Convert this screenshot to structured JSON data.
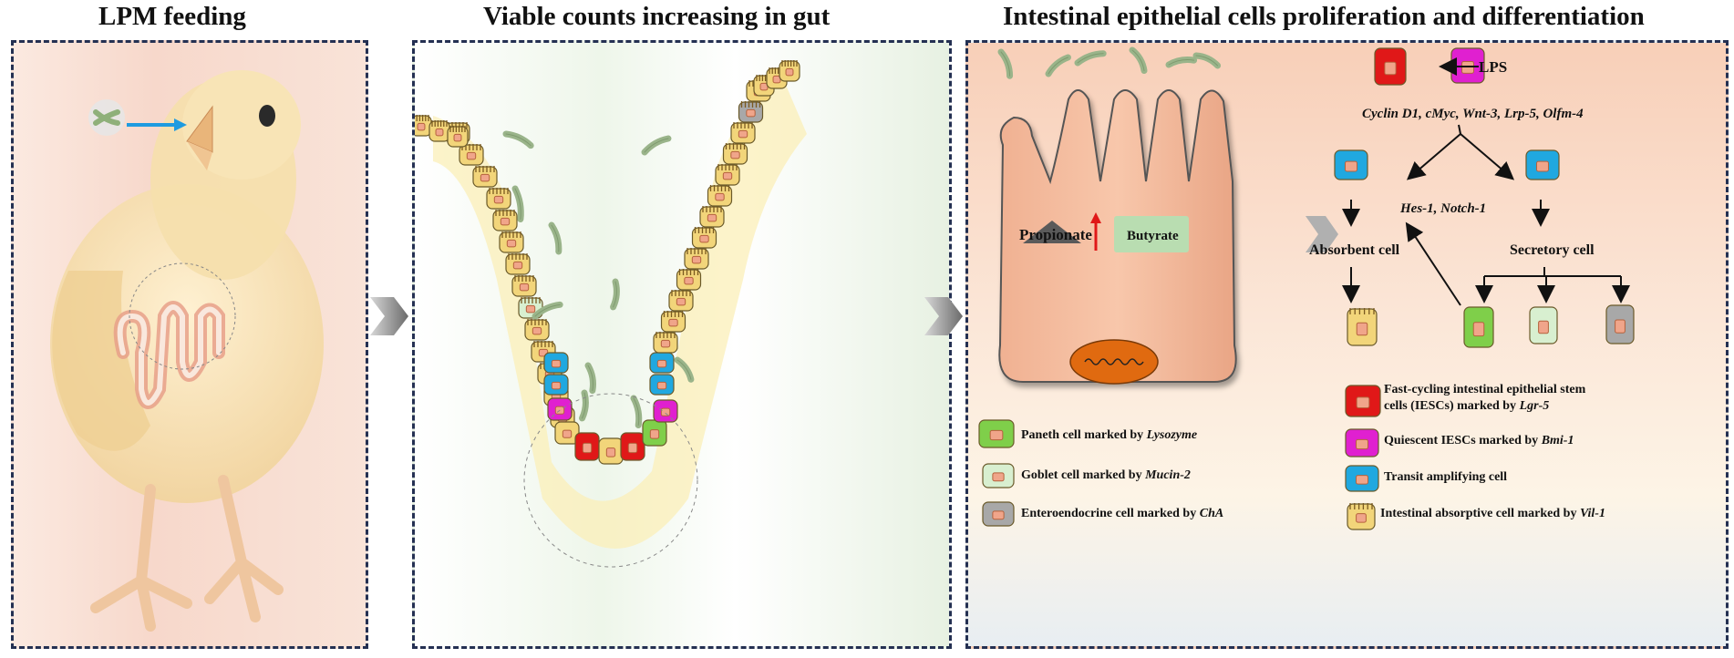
{
  "titles": {
    "panel1": "LPM feeding",
    "panel2": "Viable counts increasing in gut",
    "panel3": "Intestinal epithelial cells proliferation and differentiation"
  },
  "panel3": {
    "lps": "LPS",
    "genes_top": "Cyclin D1, cMyc, Wnt-3, Lrp-5, Olfm-4",
    "genes_mid": "Hes-1, Notch-1",
    "absorbent": "Absorbent cell",
    "secretory": "Secretory cell",
    "propionate": "Propionate",
    "butyrate": "Butyrate"
  },
  "legend": {
    "paneth": {
      "text": "Paneth cell marked by ",
      "marker": "Lysozyme"
    },
    "goblet": {
      "text": "Goblet cell marked by ",
      "marker": "Mucin-2"
    },
    "entero": {
      "text": "Enteroendocrine cell marked by ",
      "marker": "ChA"
    },
    "fast_line1": "Fast-cycling intestinal epithelial stem",
    "fast_line2": {
      "text": "cells (IESCs) marked by ",
      "marker": "Lgr-5"
    },
    "quiescent": {
      "text": "Quiescent IESCs marked by ",
      "marker": "Bmi-1"
    },
    "transit": "Transit amplifying cell",
    "absorptive": {
      "text": "Intestinal absorptive cell marked by ",
      "marker": "Vil-1"
    }
  },
  "colors": {
    "panel_border": "#243052",
    "stem_red": "#e01818",
    "quiescent_magenta": "#e020d0",
    "transit_blue": "#20a8e0",
    "paneth_green": "#7fcf4a",
    "goblet_lightgreen": "#d8efd0",
    "entero_gray": "#a8a8a8",
    "absorptive_yellow": "#f2d57a",
    "villus_peach": "#f3b89b",
    "nucleus_orange": "#e06a10",
    "bacteria_green": "#9ab48a"
  },
  "icons": [
    "bacteria-icon",
    "chevron-right-icon",
    "chick-illustration",
    "crypt-illustration",
    "villus-illustration",
    "dna-icon"
  ]
}
